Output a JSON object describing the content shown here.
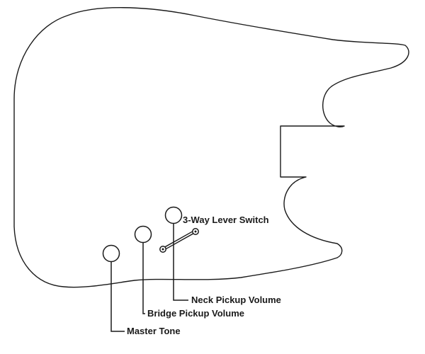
{
  "diagram": {
    "labels": {
      "lever_switch": "3-Way Lever Switch",
      "neck_pickup_volume": "Neck Pickup Volume",
      "bridge_pickup_volume": "Bridge Pickup Volume",
      "master_tone": "Master Tone"
    },
    "stroke_color": "#1a1a1a",
    "background_color": "#ffffff"
  }
}
